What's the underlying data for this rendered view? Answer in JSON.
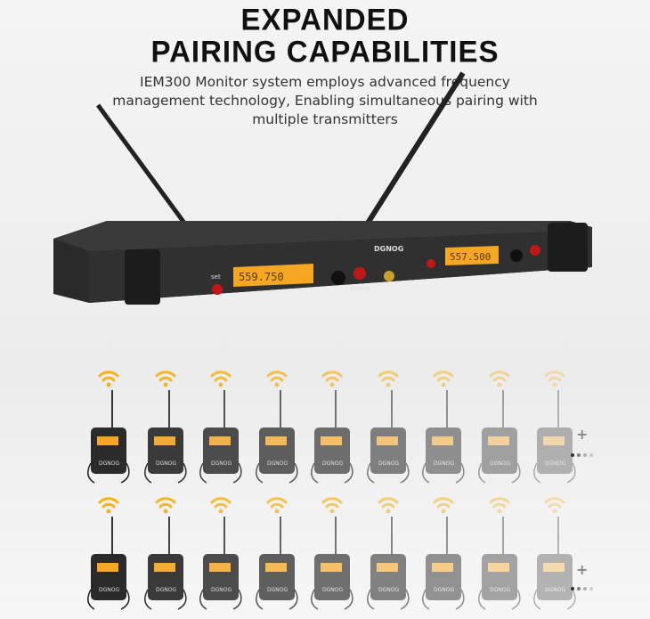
{
  "headline": {
    "line1": "EXPANDED",
    "line2": "PAIRING CAPABILITIES"
  },
  "description": {
    "line1": "IEM300 Monitor system employs advanced frequency",
    "line2": "management technology, Enabling simultaneous pairing with",
    "line3": "multiple transmitters"
  },
  "transmitter": {
    "brand": "DGNOG",
    "set_label": "set",
    "power_label": "power",
    "lcd_left": "559.750",
    "lcd_right": "557.500",
    "lcd_color": "#f5a623"
  },
  "receivers": {
    "rows": 2,
    "per_row": 9,
    "brand": "DGNOG",
    "wifi_color": "#f5b21a",
    "more_symbol": "+"
  },
  "colors": {
    "accent": "#f5a623",
    "device": "#2b2b2b"
  }
}
